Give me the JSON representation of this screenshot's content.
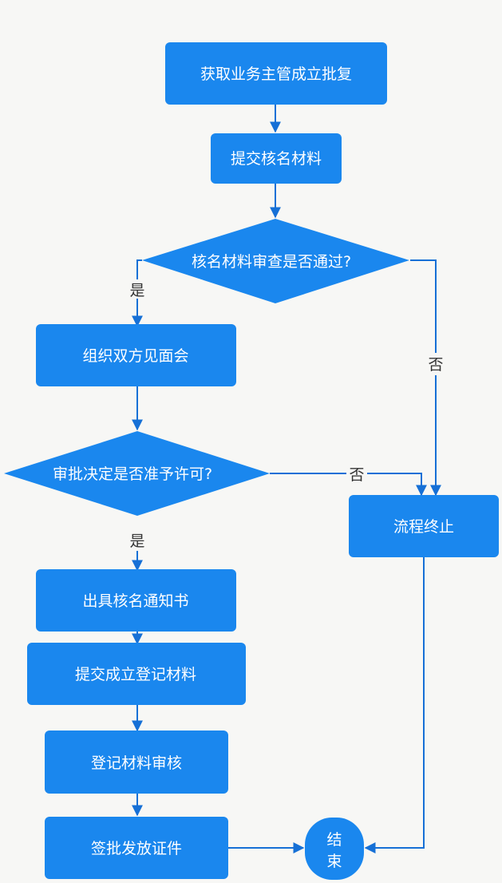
{
  "colors": {
    "node_fill": "#1a87ee",
    "edge": "#1670d6",
    "label_text": "#333333",
    "background": "#f7f7f5"
  },
  "nodes": {
    "approval": "获取业务主管成立批复",
    "submit_name": "提交核名材料",
    "decision_review": "核名材料审查是否通过?",
    "meeting": "组织双方见面会",
    "decision_permit": "审批决定是否准予许可?",
    "terminate": "流程终止",
    "notice": "出具核名通知书",
    "submit_reg": "提交成立登记材料",
    "reg_review": "登记材料审核",
    "issue": "签批发放证件",
    "end_line1": "结",
    "end_line2": "束"
  },
  "edge_labels": {
    "review_yes": "是",
    "review_no": "否",
    "permit_no": "否",
    "permit_yes": "是"
  }
}
